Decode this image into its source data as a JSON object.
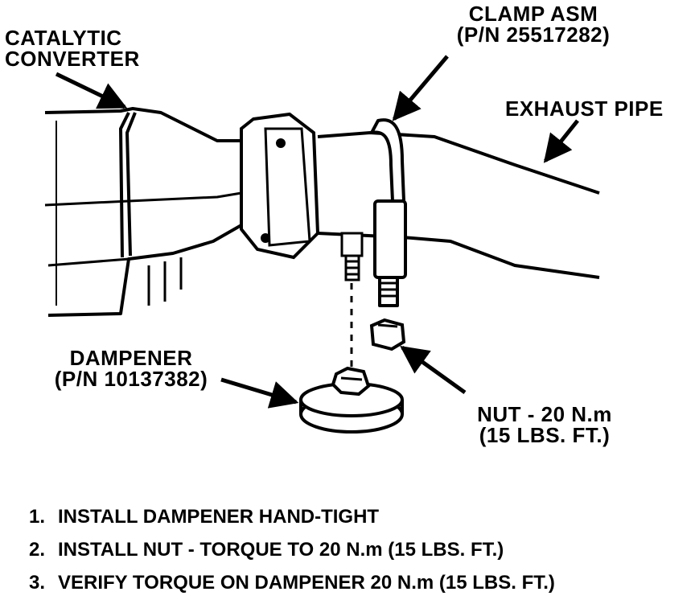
{
  "labels": {
    "catalytic_converter": [
      "CATALYTIC",
      "CONVERTER"
    ],
    "clamp": [
      "CLAMP ASM",
      "(P/N 25517282)"
    ],
    "exhaust_pipe": "EXHAUST PIPE",
    "dampener": [
      "DAMPENER",
      "(P/N 10137382)"
    ],
    "nut": [
      "NUT - 20 N.m",
      "(15 LBS. FT.)"
    ]
  },
  "steps": [
    {
      "num": "1.",
      "text": "INSTALL DAMPENER HAND-TIGHT"
    },
    {
      "num": "2.",
      "text": "INSTALL NUT - TORQUE TO 20 N.m (15 LBS. FT.)"
    },
    {
      "num": "3.",
      "text": "VERIFY TORQUE ON DAMPENER 20 N.m (15 LBS. FT.)"
    }
  ]
}
